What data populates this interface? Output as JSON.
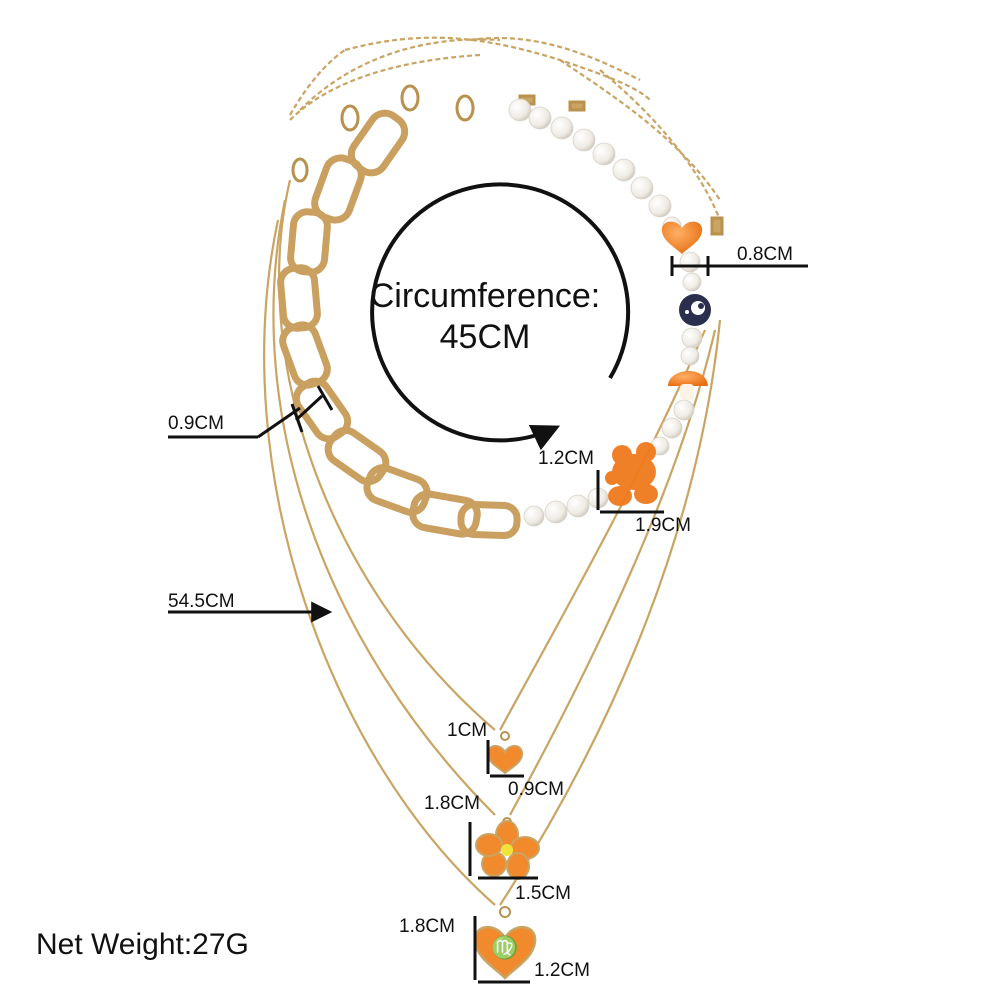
{
  "product": {
    "circumference_label": "Circumference:",
    "circumference_value": "45CM",
    "net_weight": "Net Weight:27G",
    "dimensions": {
      "bead_width": "0.8CM",
      "chain_link_width": "0.9CM",
      "bear_height": "1.2CM",
      "bear_width": "1.9CM",
      "chain_length": "54.5CM",
      "small_heart_height": "1CM",
      "small_heart_width": "0.9CM",
      "flower_height": "1.8CM",
      "flower_width": "1.5CM",
      "big_heart_height": "1.8CM",
      "big_heart_width": "1.2CM"
    }
  },
  "colors": {
    "gold": "#d2ad6a",
    "gold_dark": "#a9803c",
    "orange": "#f08a2c",
    "pearl": "#f4f1ec",
    "navy": "#2b2f4d",
    "line": "#111111"
  },
  "icons": [
    "yin-yang-icon",
    "virgo-zodiac-icon",
    "flower-icon",
    "heart-icon",
    "bear-icon",
    "mushroom-icon"
  ]
}
